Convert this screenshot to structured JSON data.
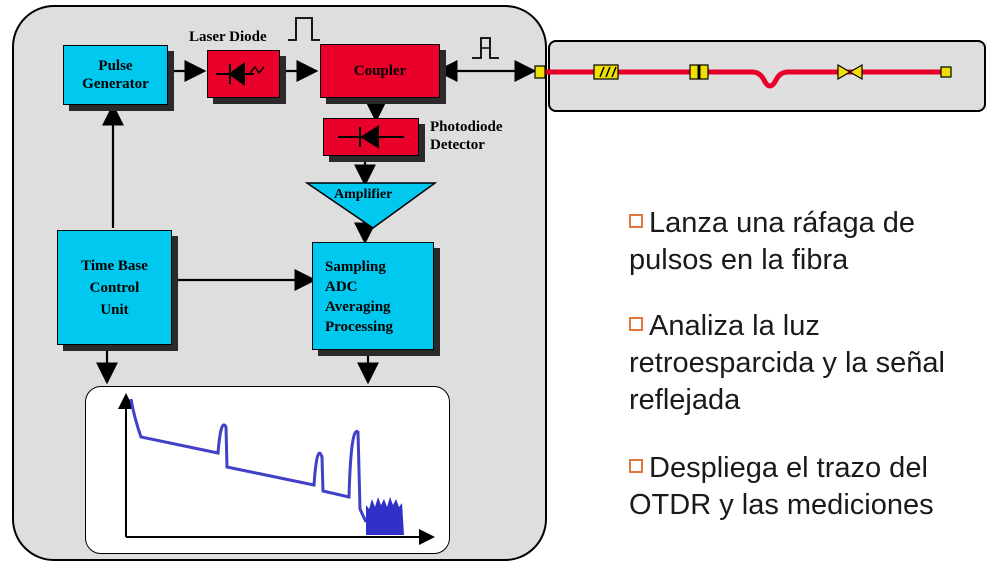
{
  "diagram": {
    "blocks": {
      "pulse_generator": "Pulse\nGenerator",
      "laser_diode": "Laser Diode",
      "coupler": "Coupler",
      "photodiode_detector": "Photodiode\nDetector",
      "amplifier": "Amplifier",
      "time_base": "Time Base\nControl\nUnit",
      "sampling": "Sampling\nADC\nAveraging\nProcessing"
    }
  },
  "bullets": [
    {
      "text": "Lanza una ráfaga de\npulsos en la fibra"
    },
    {
      "text": "Analiza la luz\nretroesparcida y la señal\nreflejada"
    },
    {
      "text": "Despliega el trazo del\nOTDR y las mediciones"
    }
  ],
  "colors": {
    "cyan": "#00c8ee",
    "red": "#e8002a",
    "trace": "#3030c8",
    "fiber": "#e8002a",
    "bullet_square": "#e07840"
  }
}
